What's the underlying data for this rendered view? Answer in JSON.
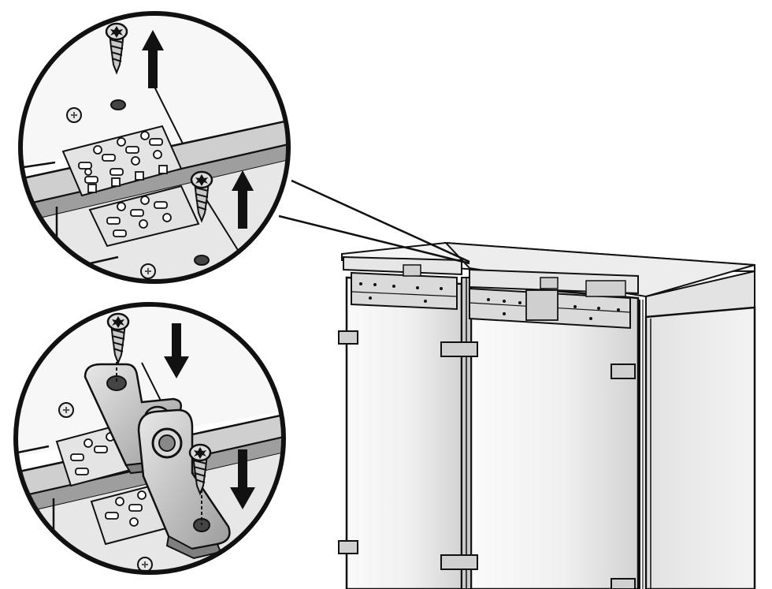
{
  "diagram": {
    "colors": {
      "ink": "#111111",
      "panel_light": "#f6f6f6",
      "panel_mid": "#d6d6d6",
      "panel_dark": "#a9a9a9",
      "metal": "#bdbdbd"
    },
    "steps": [
      {
        "id": "remove-screws",
        "arrow": "up"
      },
      {
        "id": "attach-brackets",
        "arrow": "down"
      }
    ],
    "icons": [
      "torx-screw-icon",
      "arrow-up-icon",
      "arrow-down-icon",
      "mounting-bracket-icon",
      "hinge-plate-icon"
    ]
  }
}
